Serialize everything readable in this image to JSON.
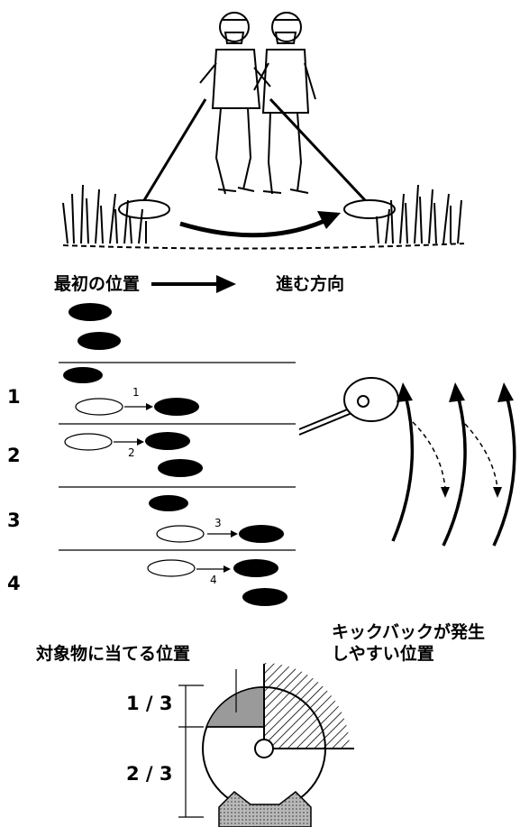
{
  "header": {
    "initial_position": "最初の位置",
    "direction": "進む方向"
  },
  "steps": {
    "labels": [
      "1",
      "2",
      "3",
      "4"
    ],
    "arrow_labels": [
      "1",
      "2",
      "3",
      "4"
    ]
  },
  "blade_diagram": {
    "contact_label": "対象物に当てる位置",
    "kickback_line1": "キックバックが発生",
    "kickback_line2": "しやすい位置",
    "one_third": "1 / 3",
    "two_thirds": "2 / 3"
  },
  "colors": {
    "ink": "#000000",
    "shade": "#9a9a9a",
    "background": "#ffffff"
  }
}
